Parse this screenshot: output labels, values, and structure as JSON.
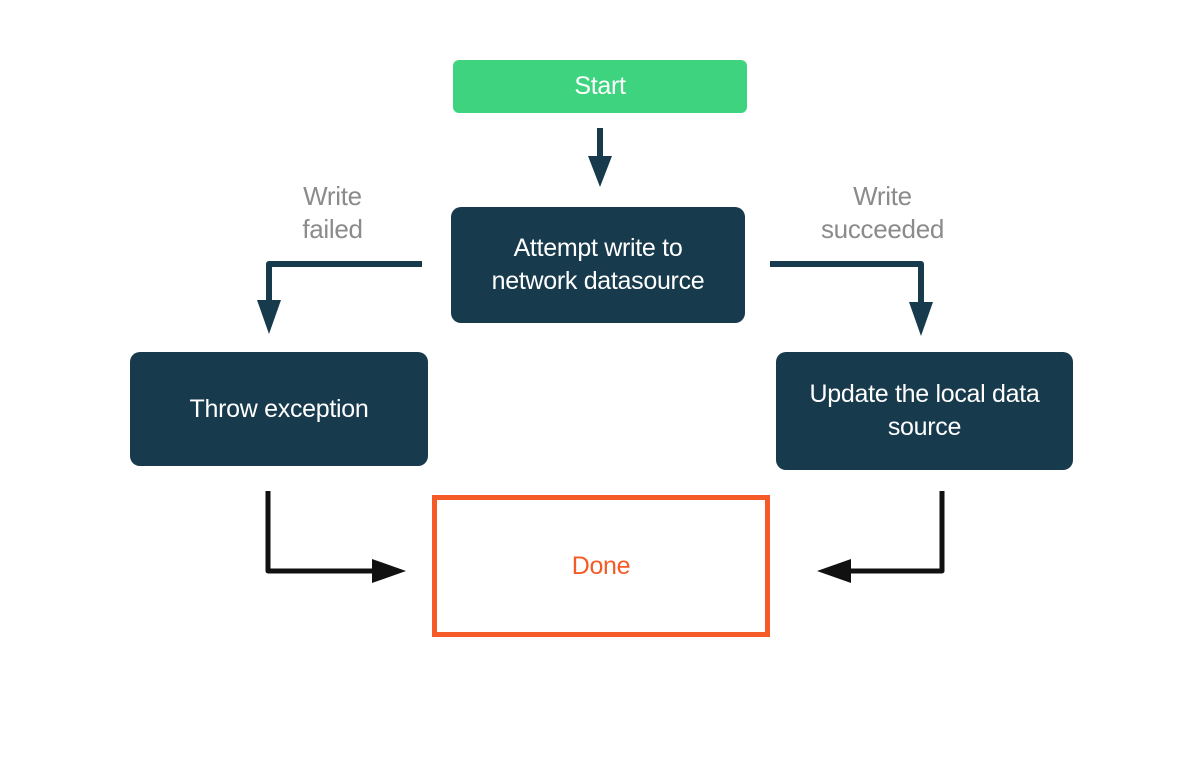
{
  "diagram": {
    "title": "write-to-datasource-flowchart",
    "nodes": {
      "start": {
        "label": "Start"
      },
      "attempt": {
        "label": "Attempt write to\nnetwork datasource"
      },
      "throw_exception": {
        "label": "Throw exception"
      },
      "update_local": {
        "label": "Update the local data\nsource"
      },
      "done": {
        "label": "Done"
      }
    },
    "edge_labels": {
      "write_failed": "Write\nfailed",
      "write_succeeded": "Write\nsucceeded"
    },
    "colors": {
      "start_fill": "#3ED47F",
      "start_text": "#FFFFFF",
      "node_fill": "#173A4D",
      "node_text": "#FFFFFF",
      "done_border": "#F45B27",
      "done_text": "#F45B27",
      "edge_label_text": "#8B8B8B",
      "arrow_navy": "#173A4D",
      "arrow_black": "#111111",
      "background": "#FFFFFF"
    }
  }
}
